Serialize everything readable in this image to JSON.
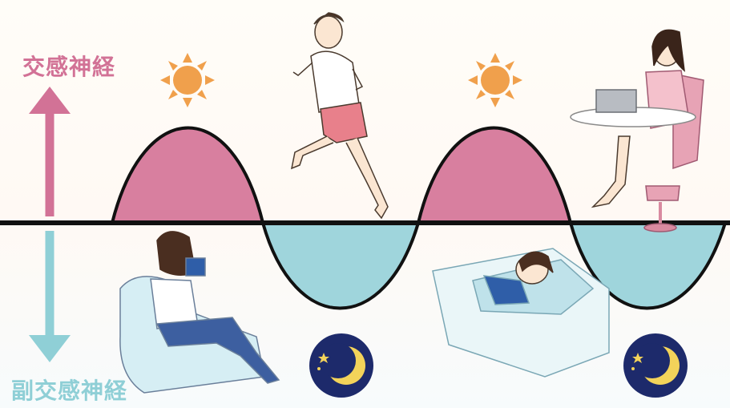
{
  "labels": {
    "sympathetic": "交感神経",
    "parasympathetic": "副交感神経"
  },
  "colors": {
    "sympathetic": "#d27296",
    "parasympathetic": "#8fcfd6",
    "wave_fill_top": "#d87f9f",
    "wave_fill_bottom": "#9fd5dc",
    "axis_line": "#111111",
    "sun": "#f0a04c",
    "moon_bg": "#1d2a6b",
    "moon": "#f3d35a"
  },
  "icons": [
    "sun-icon",
    "sun-icon",
    "moon-icon",
    "moon-icon"
  ],
  "illustrations": [
    "woman-reading-on-sofa",
    "man-running",
    "woman-sleeping-in-bed",
    "woman-working-at-laptop"
  ]
}
